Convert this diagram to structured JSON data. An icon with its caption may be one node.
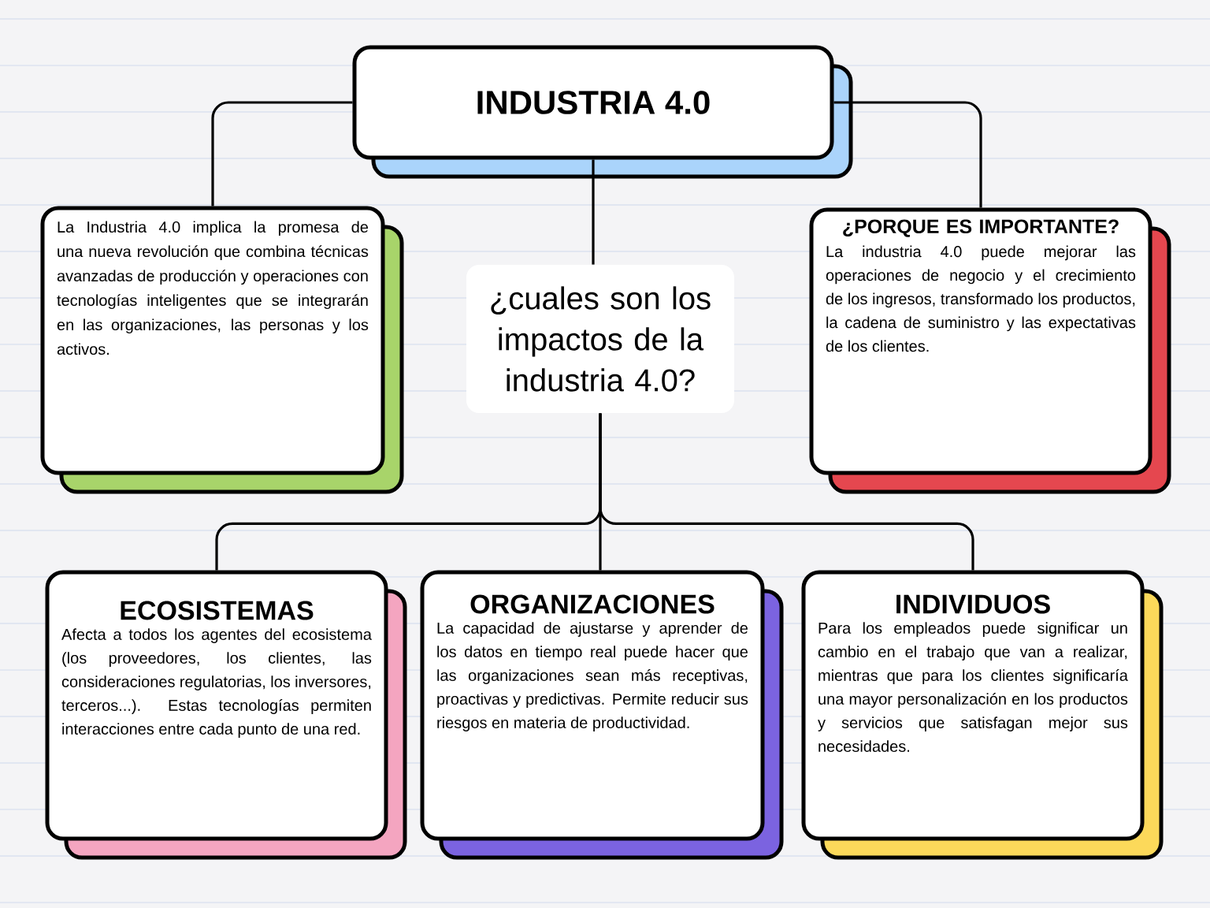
{
  "diagram": {
    "nodes": [
      {
        "text": [
          "INDUSTRIA 4.0"
        ]
      },
      {
        "text": [
          "La Industria 4.0 implica la promesa de una nueva revolución que combina técnicas avanzadas de producción y operaciones con tecnologías inteligentes que se integrarán en las organizaciones, las personas y los activos."
        ]
      },
      {
        "text": [
          "¿cuales son los impactos de la industria 4.0?"
        ]
      },
      {
        "text": [
          "¿PORQUE ES IMPORTANTE?",
          "La industria 4.0 puede mejorar las operaciones de negocio y el crecimiento de los ingresos, transformado los productos, la cadena de suministro y las expectativas de los clientes."
        ]
      },
      {
        "text": [
          "ECOSISTEMAS",
          "Afecta a todos los agentes del ecosistema (los proveedores, los clientes, las consideraciones regulatorias, los inversores, terceros...). Estas tecnologías permiten interacciones entre cada punto de una red."
        ]
      },
      {
        "text": [
          "ORGANIZACIONES",
          "La capacidad de ajustarse y aprender de los datos en tiempo real puede hacer que las organizaciones sean más receptivas, proactivas y predictivas. Permite reducir sus riesgos en materia de productividad."
        ]
      },
      {
        "text": [
          "INDIVIDUOS",
          "Para los empleados puede significar un cambio en el trabajo que van a realizar, mientras que para los clientes significaría una mayor personalización en los productos y servicios que satisfagan mejor sus necesidades."
        ]
      }
    ],
    "edges": [
      {
        "from": 0,
        "to": 1,
        "arrow": "none"
      },
      {
        "from": 0,
        "to": 3,
        "arrow": "none"
      },
      {
        "from": 0,
        "to": 2,
        "arrow": "none"
      },
      {
        "from": 2,
        "to": 4,
        "arrow": "none"
      },
      {
        "from": 2,
        "to": 5,
        "arrow": "none"
      },
      {
        "from": 2,
        "to": 6,
        "arrow": "none"
      }
    ]
  }
}
